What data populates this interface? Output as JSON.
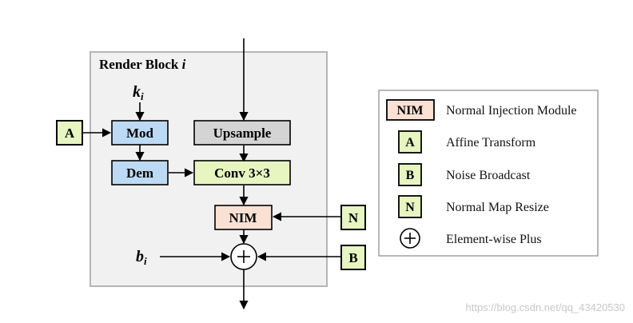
{
  "render_block": {
    "title": "Render Block",
    "title_var": "i"
  },
  "inputs": {
    "k": "k",
    "k_sub": "i",
    "b": "b",
    "b_sub": "i"
  },
  "nodes": {
    "mod": "Mod",
    "dem": "Dem",
    "upsample": "Upsample",
    "conv": "Conv 3×3",
    "nim": "NIM",
    "a": "A",
    "n": "N",
    "b": "B",
    "plus": "+"
  },
  "legend": {
    "items": [
      {
        "symbol": "NIM",
        "label": "Normal Injection Module"
      },
      {
        "symbol": "A",
        "label": "Affine Transform"
      },
      {
        "symbol": "B",
        "label": "Noise Broadcast"
      },
      {
        "symbol": "N",
        "label": "Normal Map Resize"
      },
      {
        "symbol": "+",
        "label": "Element-wise Plus"
      }
    ]
  },
  "watermark": "https://blog.csdn.net/qq_43420530",
  "colors": {
    "block_fill": "#f1f1f1",
    "block_stroke": "#b5b5b5",
    "blue": "#bcdaf3",
    "gray": "#d4d4d4",
    "green": "#e7f5c0",
    "peach": "#fbe1d3"
  }
}
